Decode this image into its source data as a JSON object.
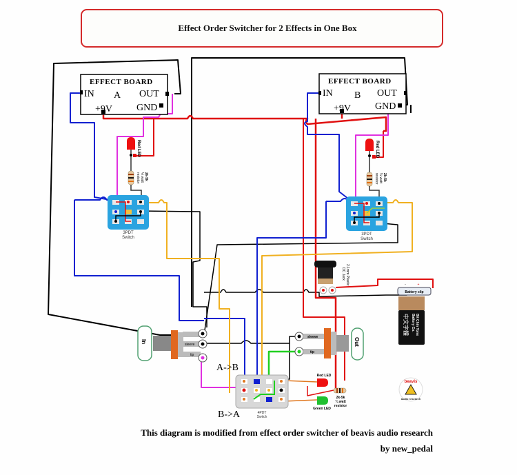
{
  "title": "Effect Order Switcher for 2 Effects in One Box",
  "boards": [
    {
      "heading": "EFFECT BOARD",
      "name": "A",
      "pin_in": "IN",
      "pin_out": "OUT",
      "pin_gnd": "GND",
      "pin_power": "+9V"
    },
    {
      "heading": "EFFECT BOARD",
      "name": "B",
      "pin_in": "IN",
      "pin_out": "OUT",
      "pin_gnd": "GND",
      "pin_power": "+9V"
    }
  ],
  "switch_3pdt": {
    "line1": "3PDT",
    "line2": "Switch"
  },
  "switch_4pdt": {
    "line1": "4PDT",
    "line2": "Switch"
  },
  "indicator": {
    "led_label": "Red LED",
    "resistor_line1": "2k-5k",
    "resistor_line2": "¼ watt",
    "resistor_line3": "resistor"
  },
  "order_indicator": {
    "red_led": "Red LED",
    "green_led": "Green LED",
    "resistor_line1": "2k-5k",
    "resistor_line2": "¼ watt",
    "resistor_line3": "resistor"
  },
  "dc_jack": {
    "line1": "2.1mm Plastic",
    "line2": "DC Jack"
  },
  "battery": {
    "clip_label": "Battery clip",
    "brand_line1": "Bit Chin Tone",
    "brand_line2": "Battery Co.",
    "chinese": "中文字體",
    "minus": "-",
    "plus": "+"
  },
  "input_jack": {
    "label": "In",
    "sleeve": "sleeve",
    "tip": "tip"
  },
  "output_jack": {
    "label": "Out",
    "sleeve": "sleeve",
    "tip": "tip"
  },
  "modes": {
    "a_to_b": "A->B",
    "b_to_a": "B->A"
  },
  "logo": {
    "top": "beavis",
    "bottom": "audio research"
  },
  "footer": {
    "credit": "This diagram is modified from effect order switcher of beavis audio research",
    "author": "by new_pedal"
  },
  "colors": {
    "title_border": "#d42a2a",
    "wire_black": "#000000",
    "wire_red": "#e01010",
    "wire_blue": "#1020d0",
    "wire_magenta": "#e030e0",
    "wire_yellow": "#f0b020",
    "wire_green": "#20d020",
    "wire_orange": "#e07820",
    "switch_blue": "#2aa3e0",
    "switch_gray": "#d8d8d8"
  }
}
